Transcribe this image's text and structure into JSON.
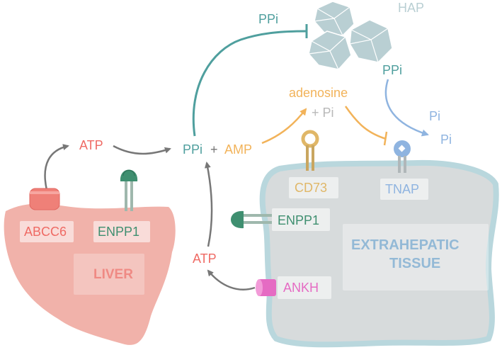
{
  "labels": {
    "hap": "HAP",
    "ppi_top": "PPi",
    "ppi_right": "PPi",
    "pi_1": "Pi",
    "pi_2": "Pi",
    "adenosine": "adenosine",
    "plus_pi": "+ Pi",
    "atp_left": "ATP",
    "ppi_center": "PPi",
    "plus": "+",
    "amp": "AMP",
    "cd73": "CD73",
    "tnap": "TNAP",
    "abcc6": "ABCC6",
    "enpp1_liver": "ENPP1",
    "enpp1_tissue": "ENPP1",
    "liver": "LIVER",
    "extrahepatic_line1": "EXTRAHEPATIC",
    "extrahepatic_line2": "TISSUE",
    "atp_bottom": "ATP",
    "ankh": "ANKH"
  },
  "colors": {
    "teal": "#4f9f9e",
    "pink_red": "#ef6a64",
    "orange": "#f2b35a",
    "blue": "#8fb4e0",
    "enpp1_green": "#3f8f70",
    "cd73_gold": "#e0b768",
    "ankh_magenta": "#e56bc3",
    "liver_fill": "#f1b2aa",
    "tissue_fill": "#d7dbdc",
    "tissue_border": "#b9d7dd",
    "hap_crystal": "#b9cfd3",
    "tissue_text": "#93b9d6",
    "grey_arrow": "#777777"
  }
}
